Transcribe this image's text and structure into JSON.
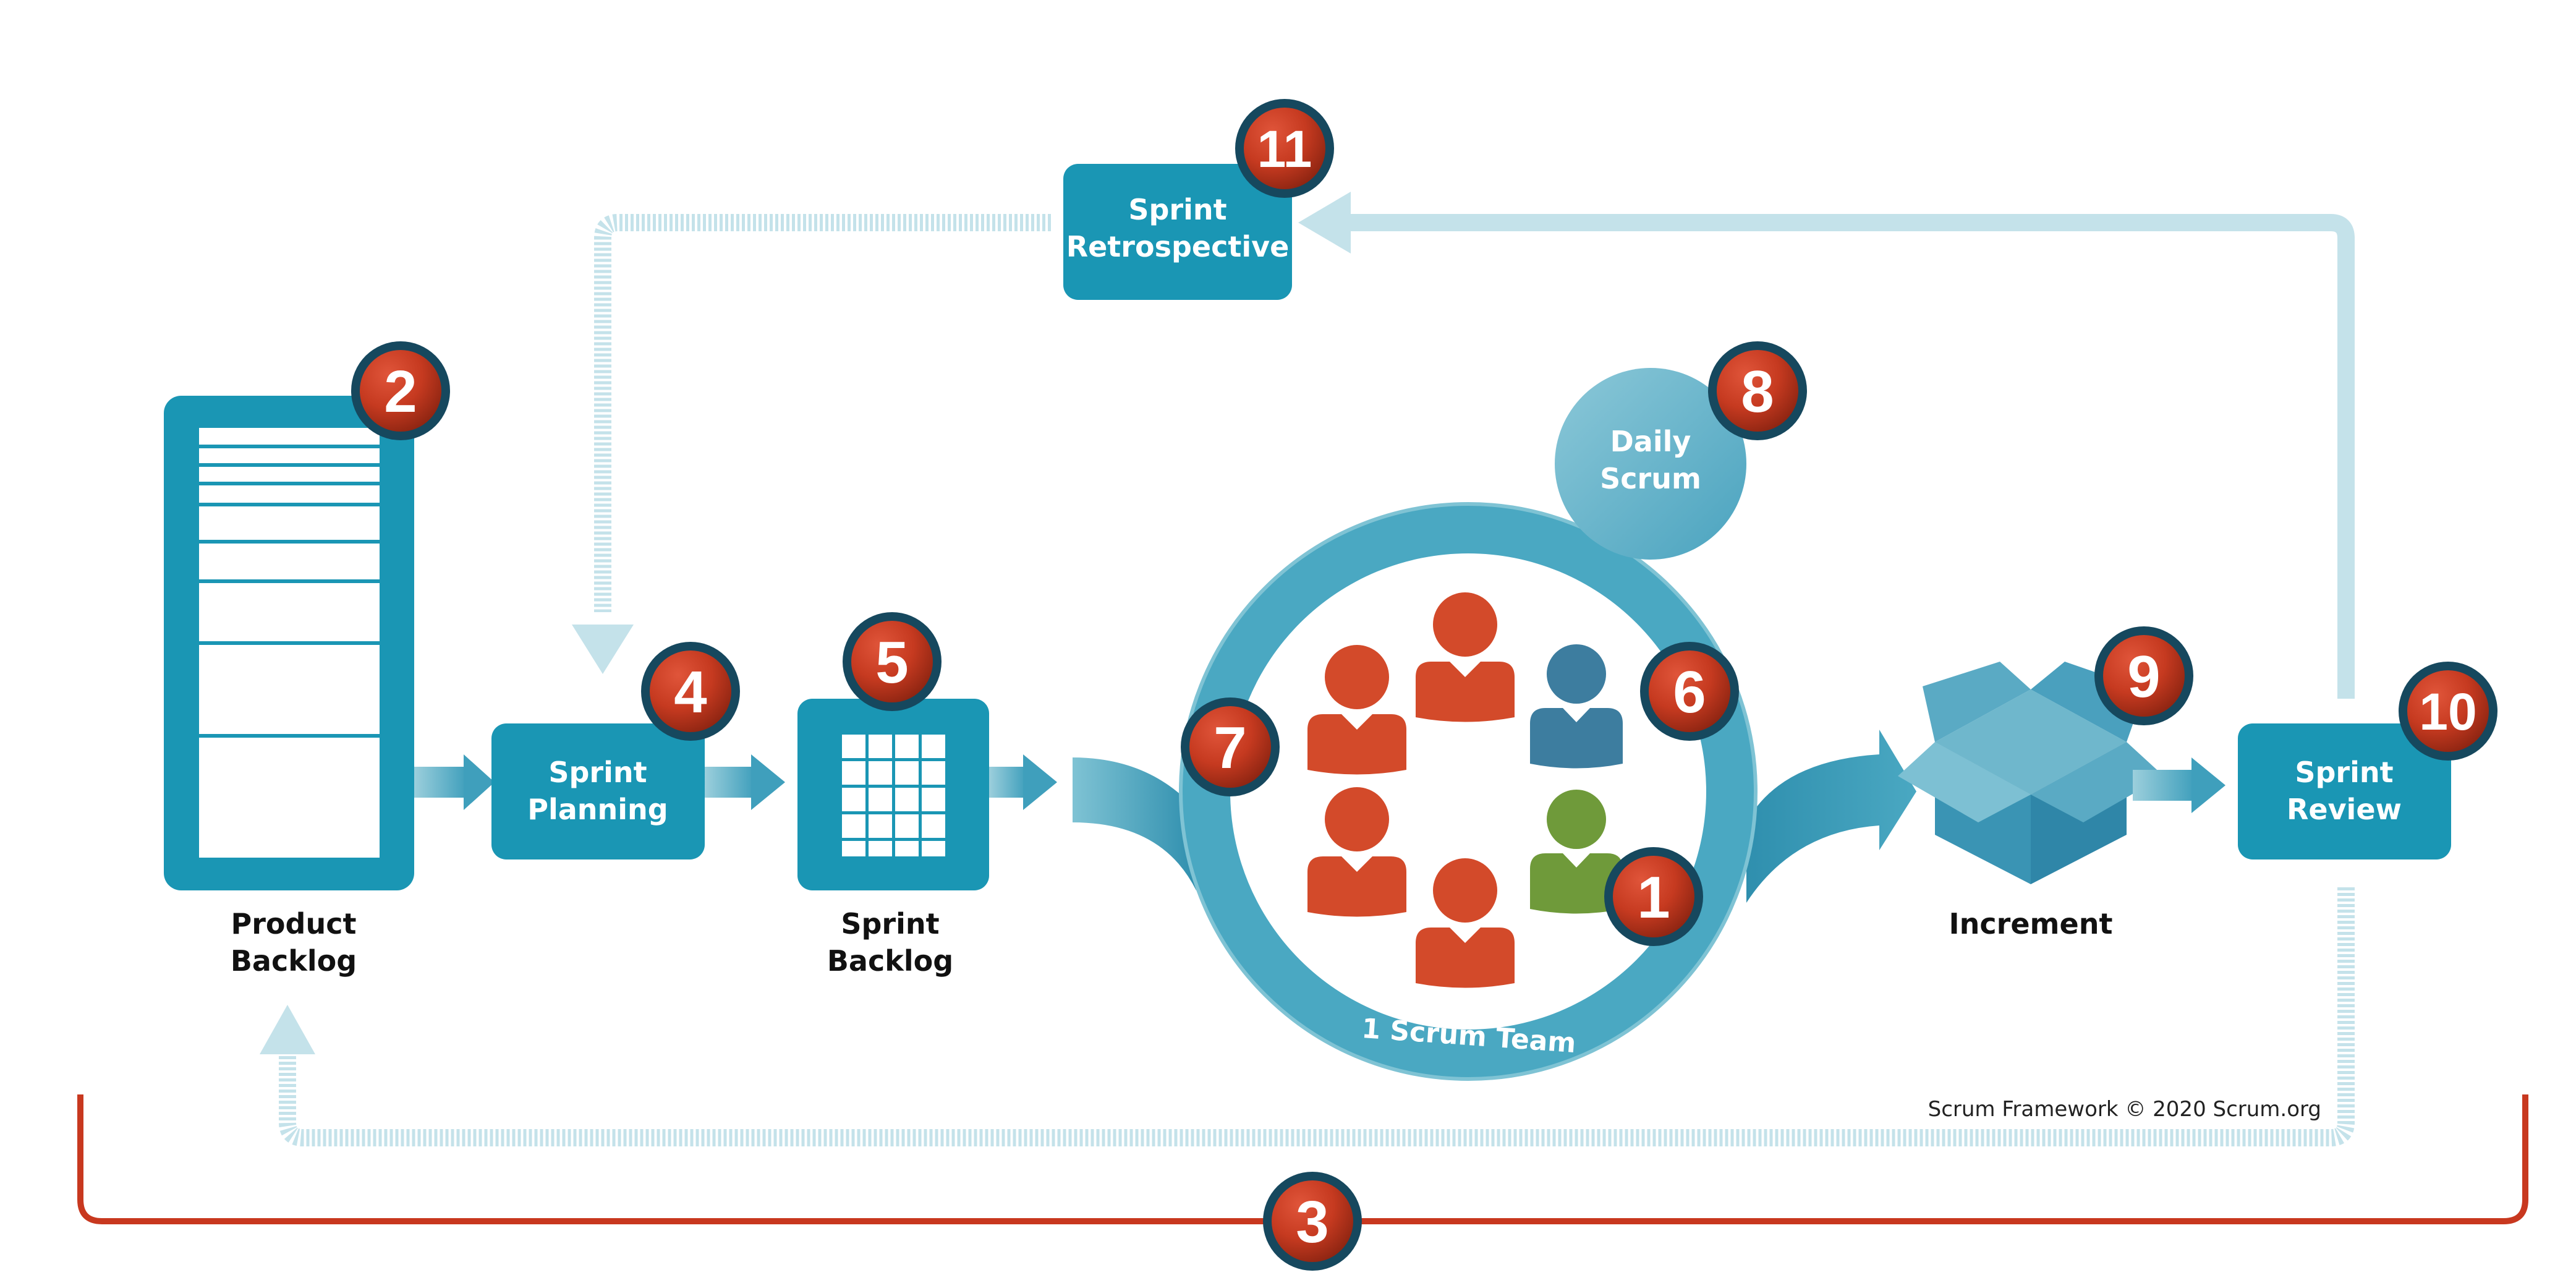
{
  "diagram": {
    "product_backlog": {
      "line1": "Product",
      "line2": "Backlog"
    },
    "sprint_planning": {
      "line1": "Sprint",
      "line2": "Planning"
    },
    "sprint_backlog": {
      "line1": "Sprint",
      "line2": "Backlog"
    },
    "sprint_retrospective": {
      "line1": "Sprint",
      "line2": "Retrospective"
    },
    "daily_scrum": {
      "line1": "Daily",
      "line2": "Scrum"
    },
    "scrum_team": {
      "label": "1 Scrum Team"
    },
    "increment": {
      "label": "Increment"
    },
    "sprint_review": {
      "line1": "Sprint",
      "line2": "Review"
    },
    "copyright": "Scrum Framework © 2020 Scrum.org",
    "badges": {
      "b1": "1",
      "b2": "2",
      "b3": "3",
      "b4": "4",
      "b5": "5",
      "b6": "6",
      "b7": "7",
      "b8": "8",
      "b9": "9",
      "b10": "10",
      "b11": "11"
    },
    "colors": {
      "teal": "#1a96b4",
      "teal_light": "#5bb6cb",
      "pale_blue": "#c4e2ea",
      "badge_red": "#c8381f",
      "badge_ring": "#16485e",
      "person_orange": "#d34a2a",
      "person_blue": "#3d7d9f",
      "person_green": "#6f9a3a",
      "timeline_red": "#c8381f"
    }
  }
}
